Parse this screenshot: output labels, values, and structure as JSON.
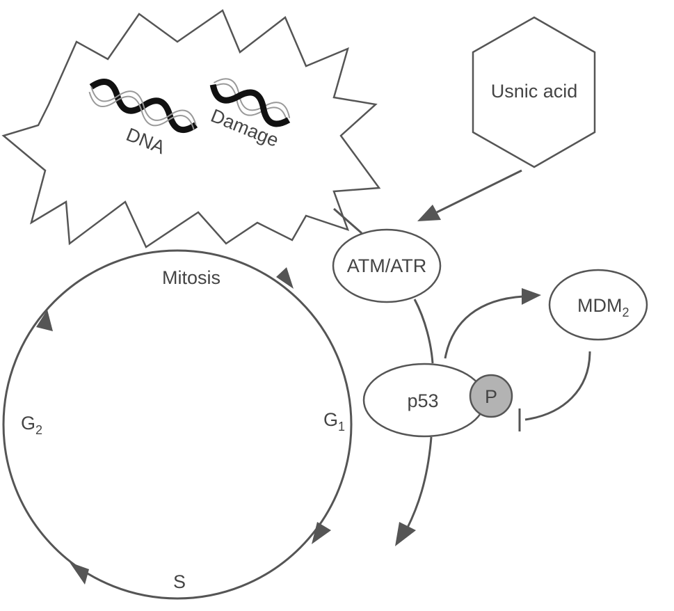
{
  "labels": {
    "dna": "DNA",
    "damage": "Damage",
    "usnic_acid": "Usnic acid",
    "atm_atr": "ATM/ATR",
    "mdm": "MDM",
    "mdm_sub": "2",
    "p53": "p53",
    "p": "P",
    "mitosis": "Mitosis",
    "g1": "G",
    "g1_sub": "1",
    "g2": "G",
    "g2_sub": "2",
    "s": "S"
  },
  "colors": {
    "line": "#555555",
    "text": "#444444",
    "phospho_fill": "#b3b3b3"
  }
}
